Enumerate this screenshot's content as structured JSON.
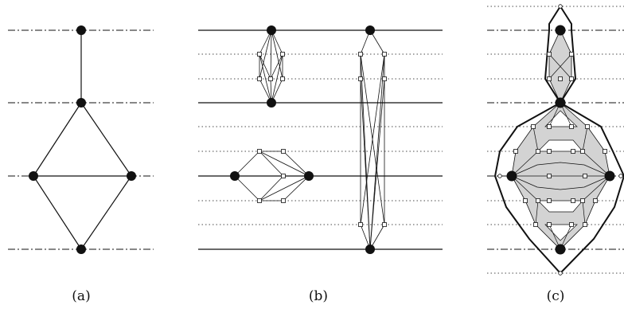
{
  "figure": {
    "caption_a": "(a)",
    "caption_b": "(b)",
    "caption_c": "(c)"
  },
  "colors": {
    "line": "#111111",
    "fill": "#d3d3d3",
    "background": "#ffffff"
  }
}
